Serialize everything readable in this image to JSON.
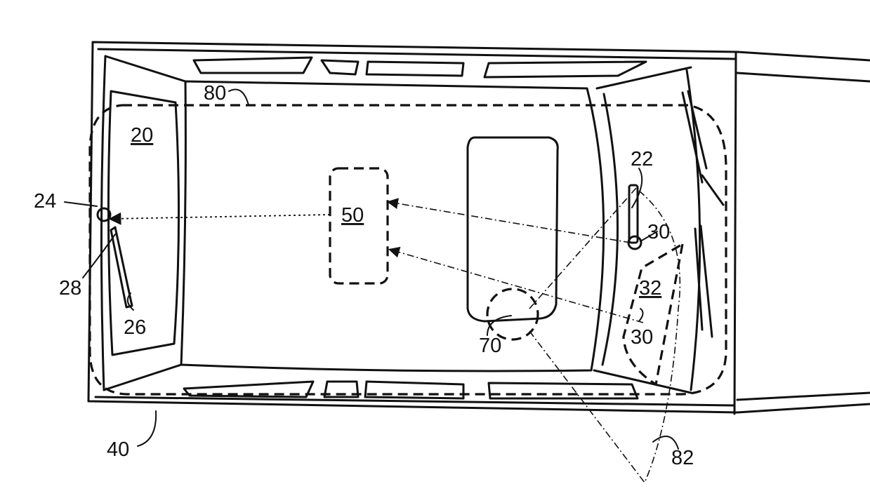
{
  "labels": {
    "zone_20": "20",
    "ref_22": "22",
    "ref_24": "24",
    "ref_26": "26",
    "ref_28": "28",
    "ref_30_upper": "30",
    "ref_30_lower": "30",
    "zone_32": "32",
    "ref_40": "40",
    "zone_50": "50",
    "ref_70": "70",
    "ref_80": "80",
    "ref_82": "82"
  }
}
